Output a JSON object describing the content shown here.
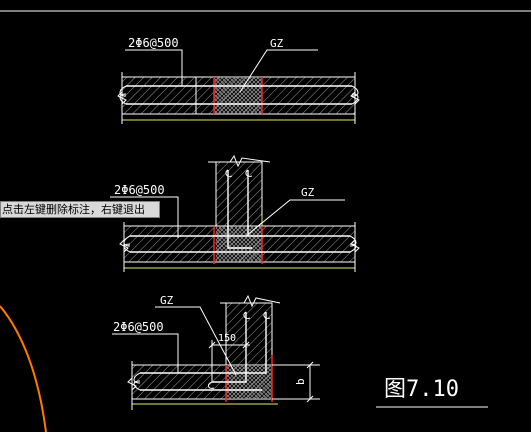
{
  "colors": {
    "background": "#000000",
    "outline": "#ffffff",
    "hatch": "#9a9a9a",
    "rebar": "#ffffff",
    "column_edge": "#ff2020",
    "guide": "#e8e86a",
    "cursor_curve": "#ff7a00"
  },
  "tooltip": {
    "text": "点击左键删除标注，右键退出"
  },
  "details": [
    {
      "rebar_label": "2Φ6@500",
      "column_label": "GZ"
    },
    {
      "rebar_label": "2Φ6@500",
      "column_label": "GZ"
    },
    {
      "rebar_label": "2Φ6@500",
      "column_label": "GZ",
      "dimension": "150",
      "height_label": "b"
    }
  ],
  "figure_label": "图7.10"
}
